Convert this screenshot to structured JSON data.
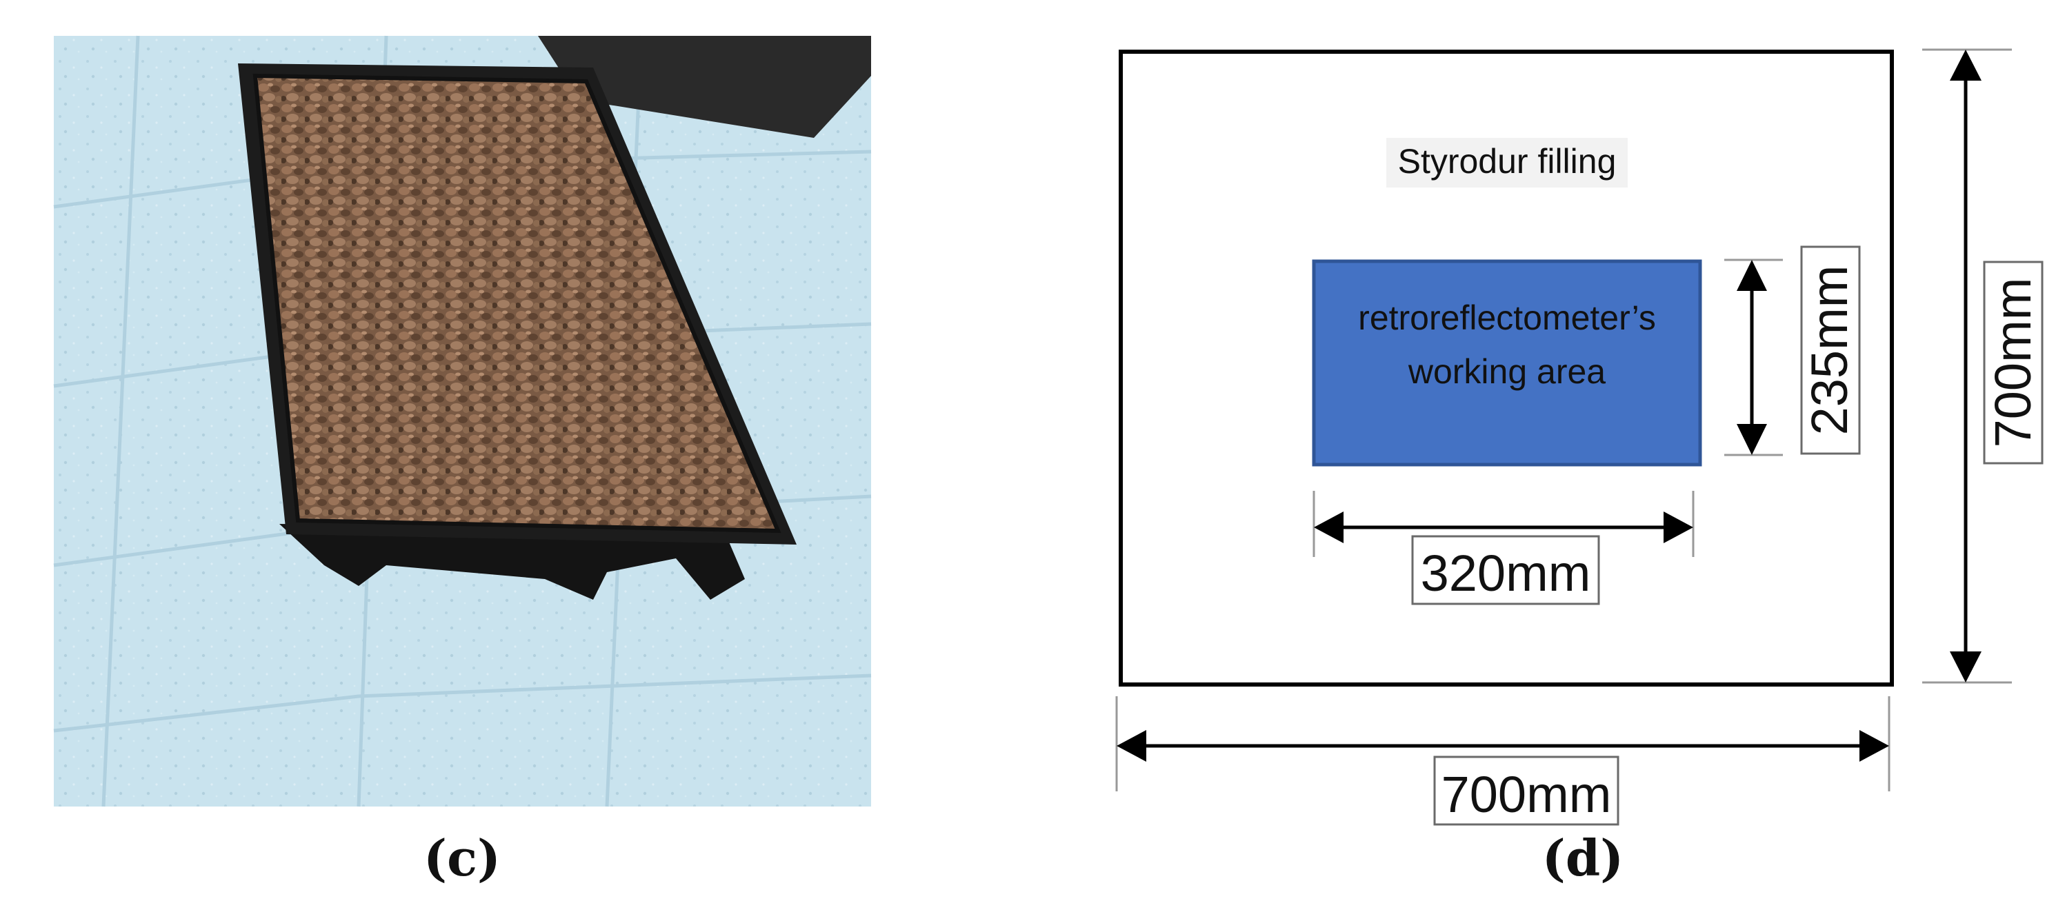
{
  "panel_c": {
    "caption": "(c)"
  },
  "panel_d": {
    "caption": "(d)",
    "filling_label": "Styrodur filling",
    "working_area_line1": "retroreflectometer’s",
    "working_area_line2": "working area",
    "inner_width_label": "320mm",
    "inner_height_label": "235mm",
    "outer_width_label": "700mm",
    "outer_height_label": "700mm"
  },
  "colors": {
    "working_area_fill": "#4472c4",
    "working_area_stroke": "#2f5597",
    "foam_board": "#c9e3ee",
    "tray": "#1c1c1c",
    "gravel": "#7a5a44"
  }
}
